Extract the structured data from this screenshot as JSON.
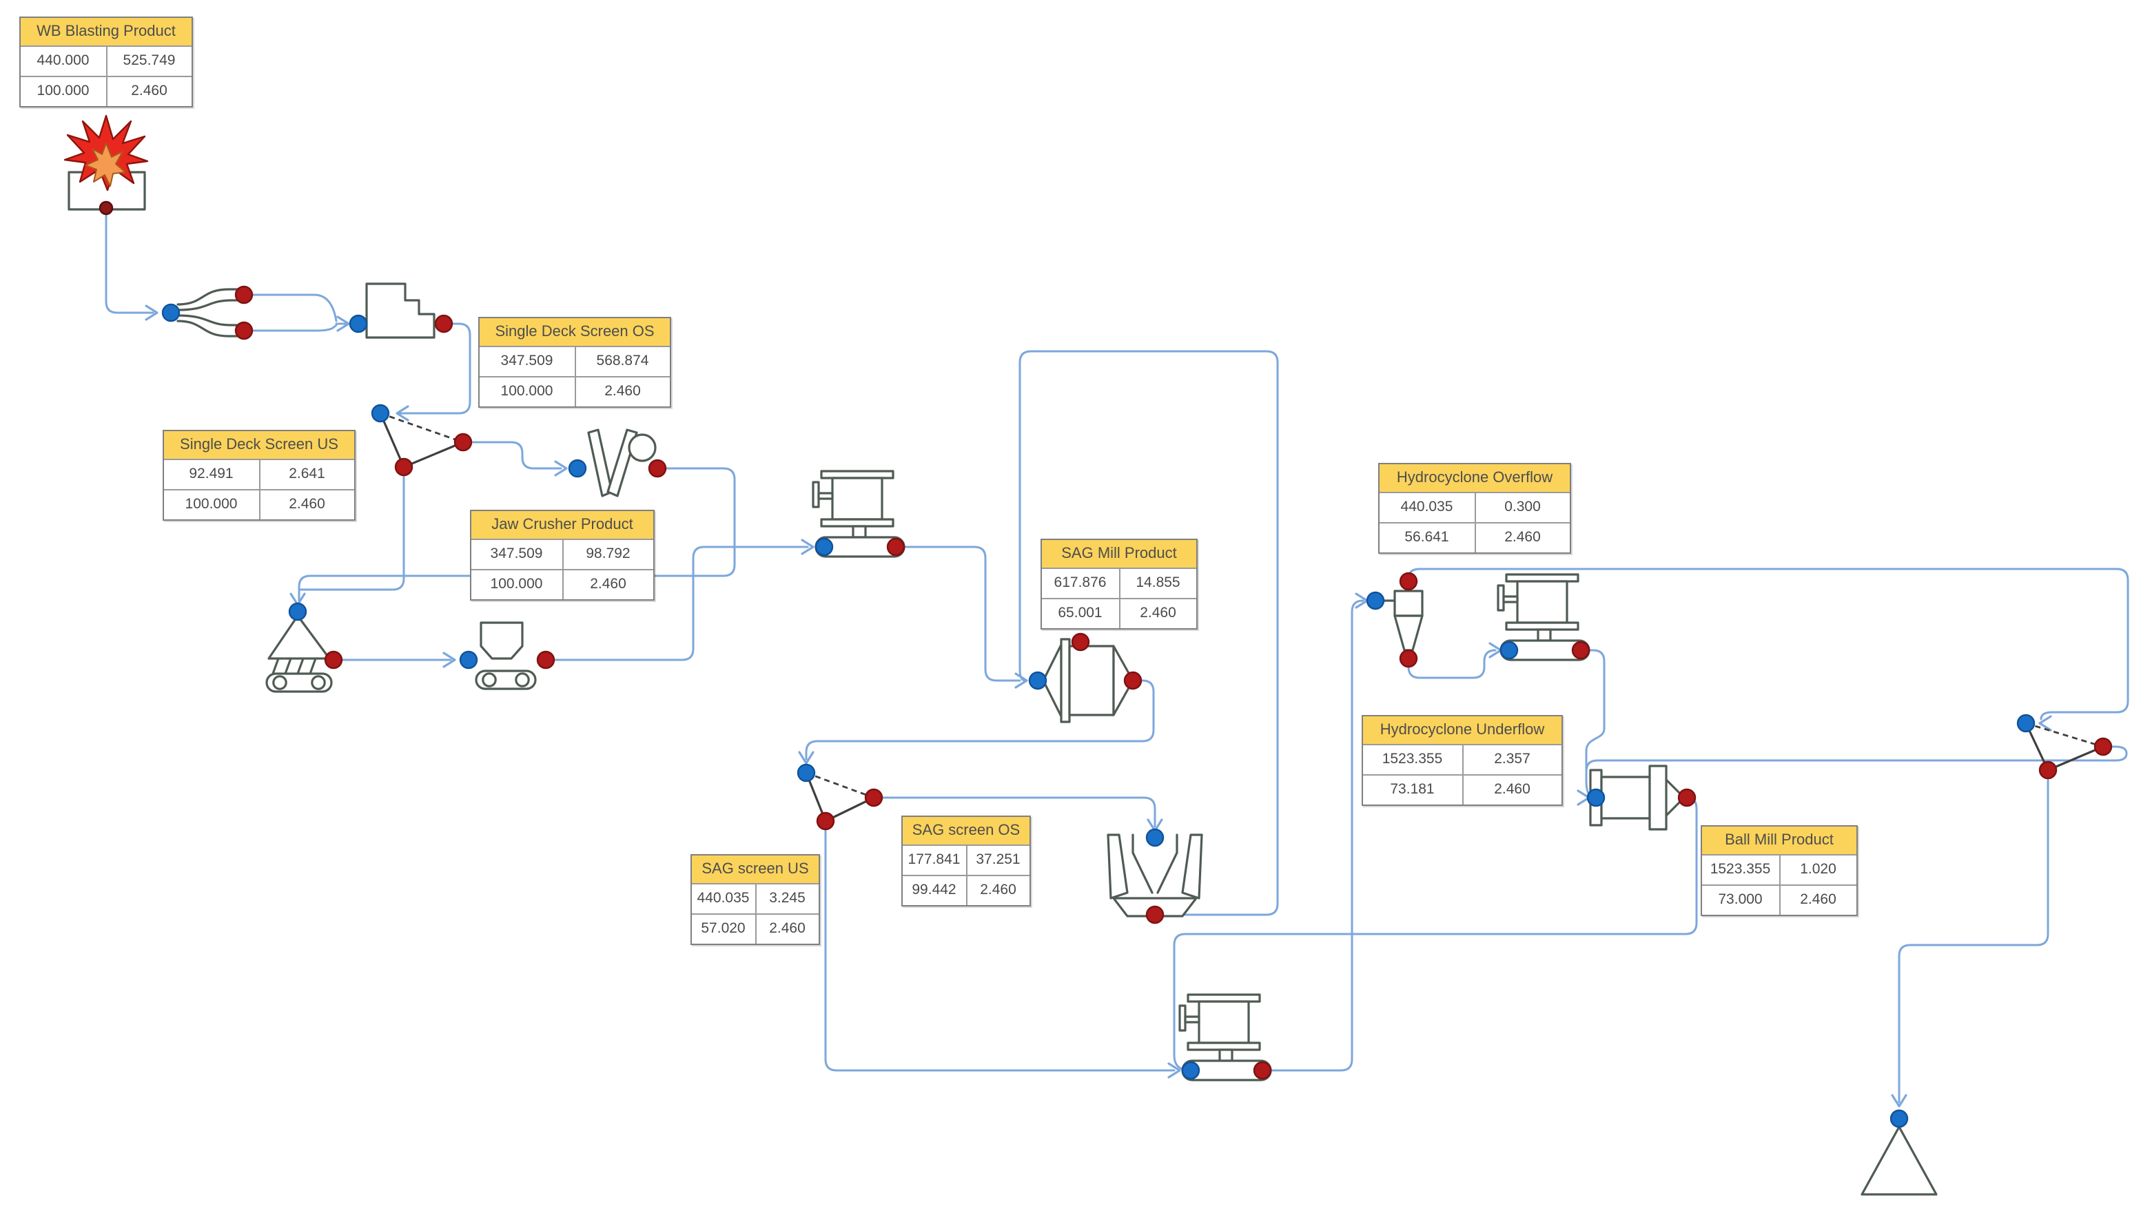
{
  "app": {
    "view": "process-flowsheet",
    "background": "#ffffff"
  },
  "colors": {
    "stream_line": "#7DA7DC",
    "inlet_node": "#1A70C7",
    "inlet_node_border": "#10529A",
    "outlet_node": "#B01A1A",
    "outlet_node_border": "#7E1111",
    "blast_port": "#8B1A1A",
    "equipment_outline": "#4F5B53",
    "screen_link": "#3F3F3F",
    "blast_star": "#E8281E",
    "blast_flame": "#F59B51",
    "table_header_bg": "#FBD35B",
    "table_border": "#7F7F7F",
    "table_title_text": "#4D4D4D",
    "table_cell_text": "#4A4A4A",
    "table_divider": "#9A9A9A"
  },
  "tables": [
    {
      "id": "wb-blasting-product",
      "title": "WB Blasting Product",
      "rows": [
        [
          "440.000",
          "525.749"
        ],
        [
          "100.000",
          "2.460"
        ]
      ]
    },
    {
      "id": "single-deck-screen-os",
      "title": "Single Deck Screen OS",
      "rows": [
        [
          "347.509",
          "568.874"
        ],
        [
          "100.000",
          "2.460"
        ]
      ]
    },
    {
      "id": "single-deck-screen-us",
      "title": "Single Deck Screen US",
      "rows": [
        [
          "92.491",
          "2.641"
        ],
        [
          "100.000",
          "2.460"
        ]
      ]
    },
    {
      "id": "jaw-crusher-product",
      "title": "Jaw Crusher Product",
      "rows": [
        [
          "347.509",
          "98.792"
        ],
        [
          "100.000",
          "2.460"
        ]
      ]
    },
    {
      "id": "sag-mill-product",
      "title": "SAG Mill Product",
      "rows": [
        [
          "617.876",
          "14.855"
        ],
        [
          "65.001",
          "2.460"
        ]
      ]
    },
    {
      "id": "sag-screen-us",
      "title": "SAG screen US",
      "rows": [
        [
          "440.035",
          "3.245"
        ],
        [
          "57.020",
          "2.460"
        ]
      ]
    },
    {
      "id": "sag-screen-os",
      "title": "SAG screen OS",
      "rows": [
        [
          "177.841",
          "37.251"
        ],
        [
          "99.442",
          "2.460"
        ]
      ]
    },
    {
      "id": "hydrocyclone-overflow",
      "title": "Hydrocyclone Overflow",
      "rows": [
        [
          "440.035",
          "0.300"
        ],
        [
          "56.641",
          "2.460"
        ]
      ]
    },
    {
      "id": "hydrocyclone-underflow",
      "title": "Hydrocyclone Underflow",
      "rows": [
        [
          "1523.355",
          "2.357"
        ],
        [
          "73.181",
          "2.460"
        ]
      ]
    },
    {
      "id": "ball-mill-product",
      "title": "Ball Mill Product",
      "rows": [
        [
          "1523.355",
          "1.020"
        ],
        [
          "73.000",
          "2.460"
        ]
      ]
    }
  ],
  "equipment": [
    {
      "name": "blast-unit-icon"
    },
    {
      "name": "wye-splitter-icon"
    },
    {
      "name": "stockpile-bin-icon"
    },
    {
      "name": "single-deck-screen-icon"
    },
    {
      "name": "jaw-crusher-icon"
    },
    {
      "name": "reclaim-stockpile-feeder-icon"
    },
    {
      "name": "hopper-feeder-icon"
    },
    {
      "name": "belt-conveyor-icon"
    },
    {
      "name": "sag-mill-icon"
    },
    {
      "name": "sag-screen-icon"
    },
    {
      "name": "pebble-crusher-icon"
    },
    {
      "name": "sump-conveyor-icon"
    },
    {
      "name": "hydrocyclone-icon"
    },
    {
      "name": "underflow-conveyor-icon"
    },
    {
      "name": "ball-mill-icon"
    },
    {
      "name": "fine-screen-icon"
    },
    {
      "name": "product-stockpile-icon"
    }
  ]
}
